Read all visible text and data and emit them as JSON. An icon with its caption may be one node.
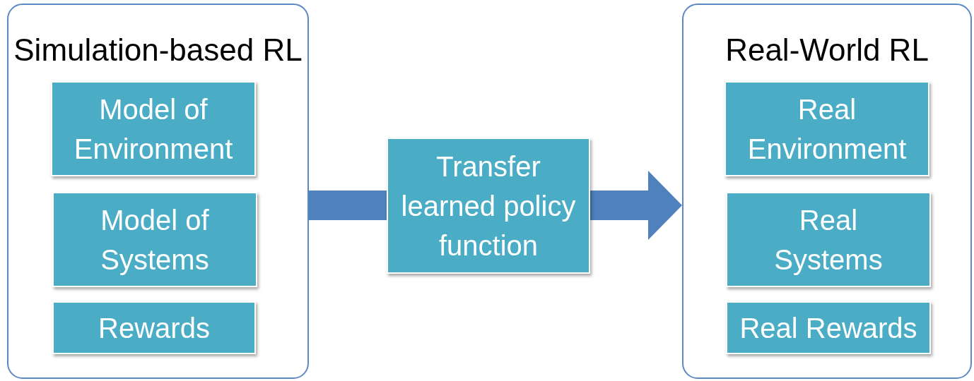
{
  "diagram": {
    "nodes": [
      {
        "text": [
          "Simulation-based RL"
        ]
      },
      {
        "text": [
          "Model of Environment"
        ],
        "in": 0
      },
      {
        "text": [
          "Model of Systems"
        ],
        "in": 0
      },
      {
        "text": [
          "Rewards"
        ],
        "in": 0
      },
      {
        "text": [
          "Transfer learned policy function"
        ]
      },
      {
        "text": [
          "Real-World RL"
        ]
      },
      {
        "text": [
          "Real Environment"
        ],
        "in": 5
      },
      {
        "text": [
          "Real Systems"
        ],
        "in": 5
      },
      {
        "text": [
          "Real Rewards"
        ],
        "in": 5
      }
    ],
    "edges": [
      {
        "from": 0,
        "to": 4,
        "arrow": "none"
      },
      {
        "from": 4,
        "to": 5,
        "arrow": "to"
      }
    ]
  }
}
